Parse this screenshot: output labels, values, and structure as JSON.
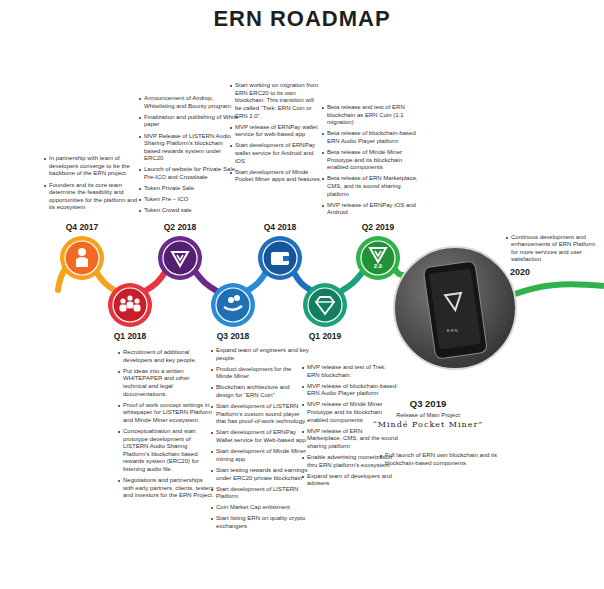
{
  "diagram": {
    "title": "ERN ROADMAP",
    "nodes": [
      {
        "text": [
          "Q4 2017"
        ]
      },
      {
        "text": [
          "Q1 2018"
        ]
      },
      {
        "text": [
          "Q2 2018"
        ]
      },
      {
        "text": [
          "Q3 2018"
        ]
      },
      {
        "text": [
          "Q4 2018"
        ]
      },
      {
        "text": [
          "Q1 2019"
        ]
      },
      {
        "text": [
          "Q2 2019",
          "2.0"
        ]
      },
      {
        "text": [
          "Q3 2019",
          "Release of Main Project",
          "“Mindé Pocket Miner”"
        ]
      }
    ],
    "edges": [
      {
        "from": 0,
        "to": 1,
        "arrow": "none"
      },
      {
        "from": 1,
        "to": 2,
        "arrow": "none"
      },
      {
        "from": 2,
        "to": 3,
        "arrow": "none"
      },
      {
        "from": 3,
        "to": 4,
        "arrow": "none"
      },
      {
        "from": 4,
        "to": 5,
        "arrow": "none"
      },
      {
        "from": 5,
        "to": 6,
        "arrow": "none"
      },
      {
        "from": 6,
        "to": 7,
        "arrow": "none"
      }
    ],
    "labels": [
      "In partnership with team of developers converge to be the backbone of the ERN project.",
      "Founders and its core team determine the feasibility and opportunities for the platform and its ecosystem",
      "Announcement of Airdrop, Whitelisting and Bounty program.",
      "Finalization and publishing of White paper",
      "MVP Release of LISTERN Audio Sharing Platform's blockchain based rewards system under ERC20",
      "Launch of website for Private Sale, Pre-ICO and Crowdsale",
      "Token Private Sale",
      "Token Pre – ICO",
      "Token Crowd sale",
      "Start working on migration from ERN ERC20 to its own blockchain. This transition will be called “Trek: ERN Coin or ERN 2.0”.",
      "MVP release of ERNPay wallet service for web-based app",
      "Start development of ERNPay wallet service for Android and iOS",
      "Start development of Mindé Pocket Miner apps and features.",
      "Beta release and test of ERN blockchain as ERN Coin (1:1 migration)",
      "Beta release of blockchain-based ERN Audio Player platform",
      "Beta release of Mindé Miner Prototype and its blockchain enabled components",
      "Beta release of ERN Marketplace, CMS, and its sound sharing platform",
      "MVP release of ERNPay iOS and Android",
      "Recruitment of additional developers and key people.",
      "Put ideas into a written WHITEPAPER and other technical and legal documentations.",
      "Proof of work concept writings in whitepaper for LISTERN Platform and Minde Miner ecosystem.",
      "Conceptualization and start prototype development of LISTERN Audio Sharing Platform's blockchain based rewards system (ERC20) for listening audio file.",
      "Negotiations and partnerships with early partners, clients, testers and investors for the ERN Project.",
      "Expand team of engineers and key people",
      "Product development for the Minde Miner",
      "Blockchain architecture and design for “ERN Coin”",
      "Start development of LISTERN Platform's custom sound player that has proof-of-work technology.",
      "Start development of ERNPay Wallet service for Web-based app.",
      "Start development of Mindé Miner mining app",
      "Start testing rewards and earnings under ERC20 private blockchain",
      "Start development of LISTERN Platform",
      "Coin Market Cap enlistment",
      "Start listing ERN on quality crypto exchangers",
      "MVP release and test of Trek: ERN blockchain.",
      "MVP release of blockchain-based ERN Audio Player platform",
      "MVP release of Mindé Miner Prototype and its blockchain enabled components",
      "MVP release of ERN Marketplace, CMS, and the sound sharing platform",
      "Enable advertising monetization thru ERN platform's ecosystem",
      "Expand team of developers and advisers",
      "Full launch of ERN own blockchain and its blockchain-based components",
      "2020",
      "Continous development and enhancements of ERN Platform for more services and user satisfaction",
      "ERN"
    ]
  }
}
